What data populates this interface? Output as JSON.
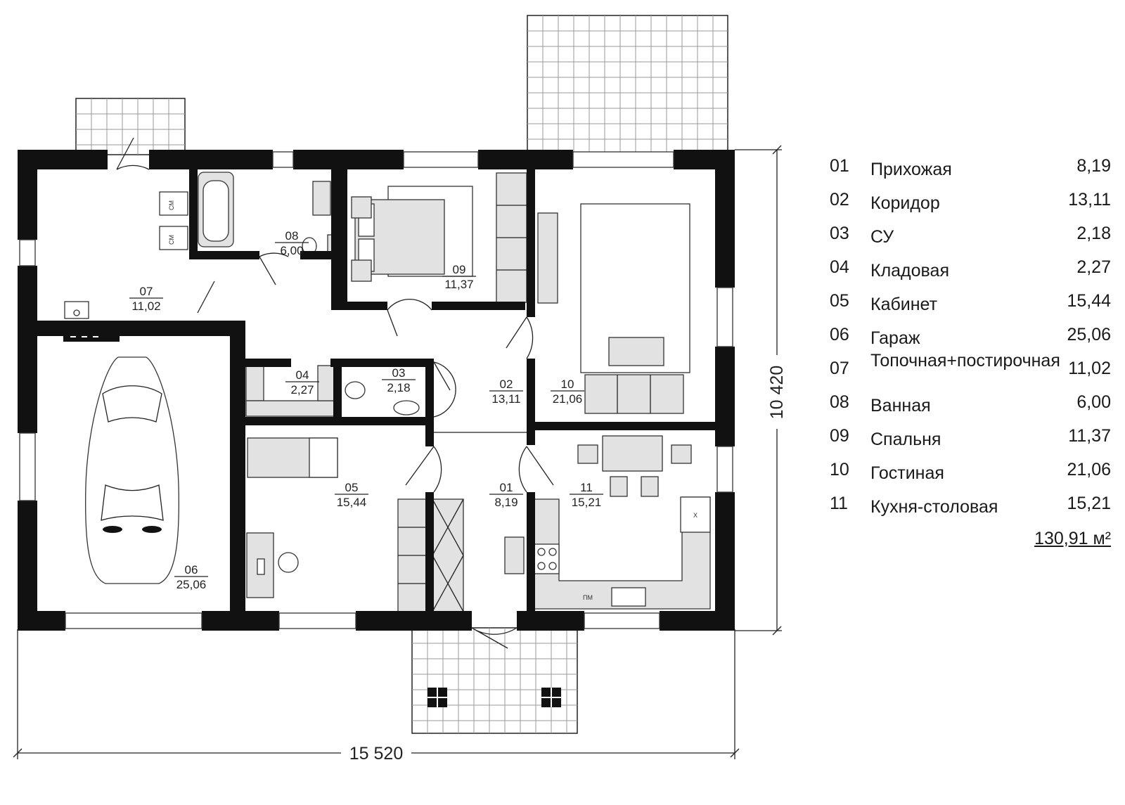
{
  "rooms": [
    {
      "no": "01",
      "name": "Прихожая",
      "area": "8,19"
    },
    {
      "no": "02",
      "name": "Коридор",
      "area": "13,11"
    },
    {
      "no": "03",
      "name": "СУ",
      "area": "2,18"
    },
    {
      "no": "04",
      "name": "Кладовая",
      "area": "2,27"
    },
    {
      "no": "05",
      "name": "Кабинет",
      "area": "15,44"
    },
    {
      "no": "06",
      "name": "Гараж",
      "area": "25,06"
    },
    {
      "no": "07",
      "name": "Топочная+постирочная",
      "area": "11,02"
    },
    {
      "no": "08",
      "name": "Ванная",
      "area": "6,00"
    },
    {
      "no": "09",
      "name": "Спальня",
      "area": "11,37"
    },
    {
      "no": "10",
      "name": "Гостиная",
      "area": "21,06"
    },
    {
      "no": "11",
      "name": "Кухня-столовая",
      "area": "15,21"
    }
  ],
  "total_area": "130,91 м²",
  "dimensions": {
    "width": "15 520",
    "height": "10 420"
  },
  "fixture_labels": {
    "washer": "СМ",
    "dishwasher": "ПМ",
    "fridge": "Х"
  }
}
